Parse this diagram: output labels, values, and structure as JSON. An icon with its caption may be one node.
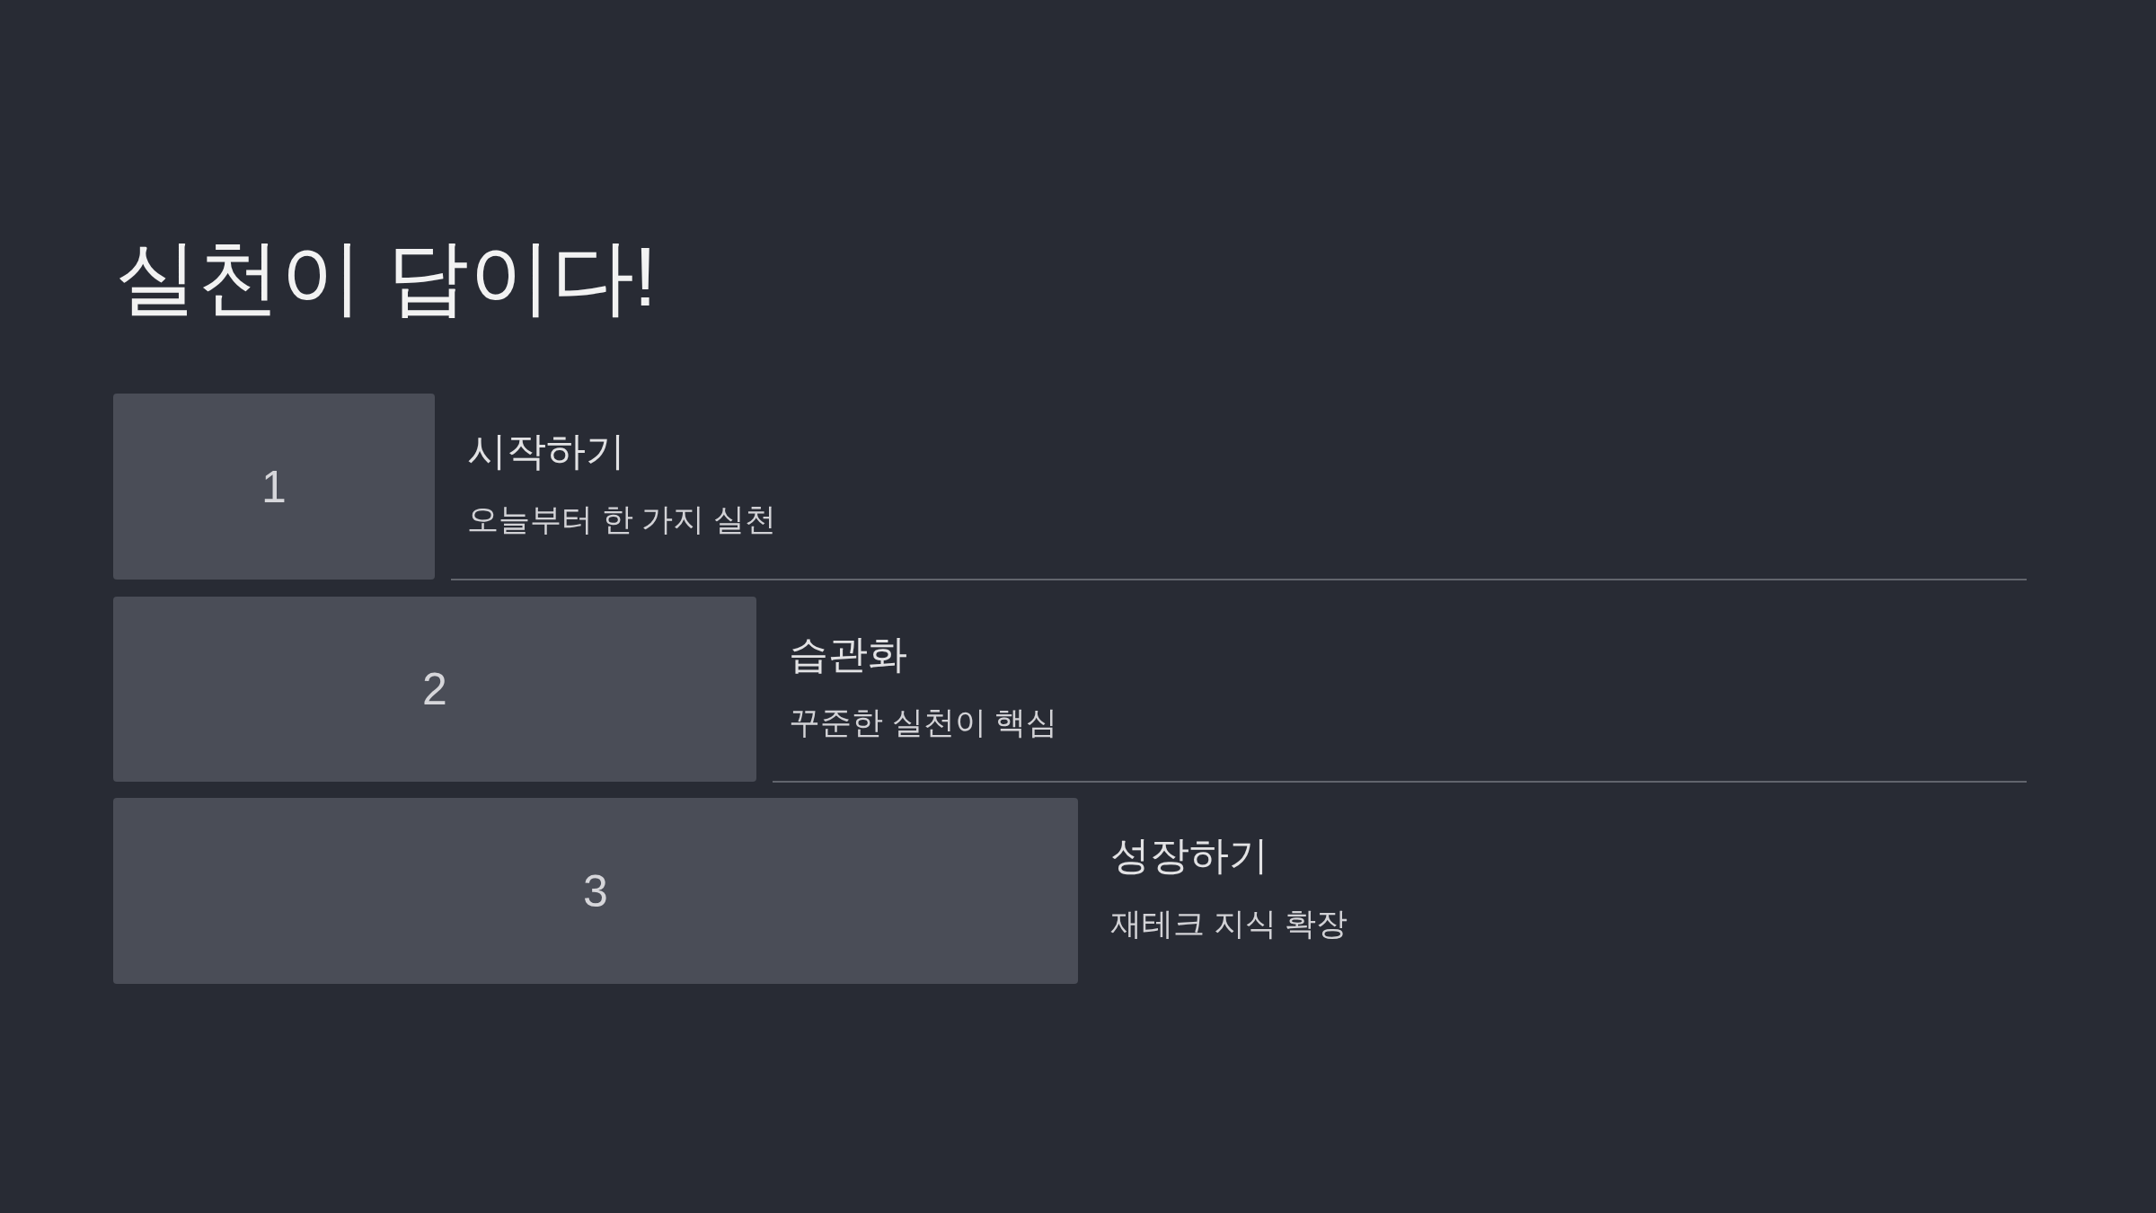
{
  "diagram": {
    "title": "실천이 답이다!",
    "nodes": [
      {
        "text": [
          "1"
        ],
        "beside": [
          "시작하기",
          "오늘부터 한 가지 실천"
        ]
      },
      {
        "text": [
          "2"
        ],
        "beside": [
          "습관화",
          "꾸준한 실천이 핵심"
        ]
      },
      {
        "text": [
          "3"
        ],
        "beside": [
          "성장하기",
          "재테크 지식 확장"
        ]
      }
    ]
  }
}
